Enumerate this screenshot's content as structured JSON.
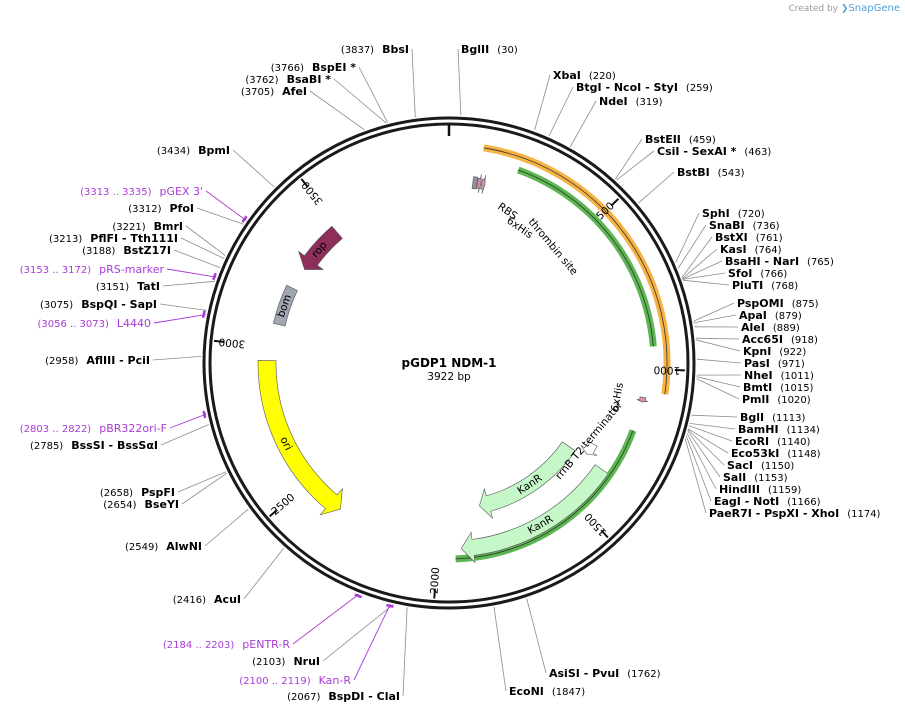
{
  "credit": {
    "prefix": "Created by",
    "brand": "SnapGene"
  },
  "plasmid": {
    "name": "pGDP1 NDM-1",
    "size_label": "3922 bp",
    "length": 3922
  },
  "ticks": [
    {
      "label": "500",
      "bp": 500
    },
    {
      "label": "1000",
      "bp": 1000
    },
    {
      "label": "1500",
      "bp": 1500
    },
    {
      "label": "2000",
      "bp": 2000
    },
    {
      "label": "2500",
      "bp": 2500
    },
    {
      "label": "3000",
      "bp": 3000
    },
    {
      "label": "3500",
      "bp": 3500
    }
  ],
  "features": [
    {
      "name": "rop",
      "color": "#8e2e5b",
      "start": 3300,
      "end": 3480,
      "reverse": true,
      "r": 172,
      "w": 16,
      "label_on_arrow": true
    },
    {
      "name": "bom",
      "color": "#a1a7b0",
      "start": 3080,
      "end": 3220,
      "reverse": false,
      "arrow": false,
      "r": 174,
      "w": 12,
      "label_on_arrow": true
    },
    {
      "name": "ori",
      "color": "#ffff00",
      "start": 2360,
      "end": 2950,
      "reverse": true,
      "r": 182,
      "w": 18,
      "label_on_arrow": true
    },
    {
      "name": "KanR",
      "color": "#c6f7c8",
      "start": 1360,
      "end": 1920,
      "reverse": false,
      "r": 186,
      "w": 16,
      "label_on_arrow": true
    },
    {
      "name": "KanR",
      "color": "#c6f7c8",
      "start": 1360,
      "end": 1830,
      "reverse": false,
      "r": 146,
      "w": 16,
      "label_on_arrow": true
    },
    {
      "name": "rrnB T2 terminator",
      "color": "#ffffff",
      "start": 1300,
      "end": 1345,
      "reverse": false,
      "r": 165,
      "w": 10,
      "label_on_arrow": false
    },
    {
      "name": "6xHis",
      "color": "#d08fb3",
      "start": 1090,
      "end": 1105,
      "reverse": false,
      "r": 197,
      "w": 6,
      "label_on_arrow": false
    },
    {
      "name": "RBS",
      "color": "#8e959d",
      "start": 82,
      "end": 96,
      "reverse": false,
      "arrow": false,
      "r": 182,
      "w": 12,
      "label_on_arrow": false
    },
    {
      "name": "6xHis",
      "color": "#d08fb3",
      "start": 98,
      "end": 110,
      "reverse": false,
      "r": 182,
      "w": 10,
      "label_on_arrow": false
    },
    {
      "name": "thrombin site",
      "color": "#d08fb3",
      "start": 112,
      "end": 124,
      "reverse": false,
      "r": 182,
      "w": 10,
      "label_on_arrow": false
    }
  ],
  "orfs": [
    {
      "color": "#f5a623",
      "start": 100,
      "end": 1070,
      "r": 218
    },
    {
      "color": "#3fa934",
      "start": 1940,
      "end": 1200,
      "r": 196,
      "reverse": true
    },
    {
      "color": "#3fa934",
      "start": 930,
      "end": 215,
      "r": 205,
      "reverse": true
    }
  ],
  "sites": [
    {
      "name": "BglII",
      "pos": "(30)",
      "bp": 30
    },
    {
      "name": "XbaI",
      "pos": "(220)",
      "bp": 220
    },
    {
      "name": "BtgI - NcoI - StyI",
      "pos": "(259)",
      "bp": 259
    },
    {
      "name": "NdeI",
      "pos": "(319)",
      "bp": 319
    },
    {
      "name": "BstEII",
      "pos": "(459)",
      "bp": 459
    },
    {
      "name": "CsiI - SexAI *",
      "pos": "(463)",
      "bp": 463
    },
    {
      "name": "BstBI",
      "pos": "(543)",
      "bp": 543
    },
    {
      "name": "SphI",
      "pos": "(720)",
      "bp": 720
    },
    {
      "name": "SnaBI",
      "pos": "(736)",
      "bp": 736
    },
    {
      "name": "BstXI",
      "pos": "(761)",
      "bp": 761
    },
    {
      "name": "KasI",
      "pos": "(764)",
      "bp": 764
    },
    {
      "name": "BsaHI - NarI",
      "pos": "(765)",
      "bp": 765
    },
    {
      "name": "SfoI",
      "pos": "(766)",
      "bp": 766
    },
    {
      "name": "PluTI",
      "pos": "(768)",
      "bp": 768
    },
    {
      "name": "PspOMI",
      "pos": "(875)",
      "bp": 875
    },
    {
      "name": "ApaI",
      "pos": "(879)",
      "bp": 879
    },
    {
      "name": "AleI",
      "pos": "(889)",
      "bp": 889
    },
    {
      "name": "Acc65I",
      "pos": "(918)",
      "bp": 918
    },
    {
      "name": "KpnI",
      "pos": "(922)",
      "bp": 922
    },
    {
      "name": "PasI",
      "pos": "(971)",
      "bp": 971
    },
    {
      "name": "NheI",
      "pos": "(1011)",
      "bp": 1011
    },
    {
      "name": "BmtI",
      "pos": "(1015)",
      "bp": 1015
    },
    {
      "name": "PmlI",
      "pos": "(1020)",
      "bp": 1020
    },
    {
      "name": "BglI",
      "pos": "(1113)",
      "bp": 1113
    },
    {
      "name": "BamHI",
      "pos": "(1134)",
      "bp": 1134
    },
    {
      "name": "EcoRI",
      "pos": "(1140)",
      "bp": 1140
    },
    {
      "name": "Eco53kI",
      "pos": "(1148)",
      "bp": 1148
    },
    {
      "name": "SacI",
      "pos": "(1150)",
      "bp": 1150
    },
    {
      "name": "SalI",
      "pos": "(1153)",
      "bp": 1153
    },
    {
      "name": "HindIII",
      "pos": "(1159)",
      "bp": 1159
    },
    {
      "name": "EagI - NotI",
      "pos": "(1166)",
      "bp": 1166
    },
    {
      "name": "PaeR7I - PspXI - XhoI",
      "pos": "(1174)",
      "bp": 1174
    },
    {
      "name": "AsiSI - PvuI",
      "pos": "(1762)",
      "bp": 1762
    },
    {
      "name": "EcoNI",
      "pos": "(1847)",
      "bp": 1847
    },
    {
      "name": "BspDI - ClaI",
      "pos": "(2067)",
      "bp": 2067
    },
    {
      "name": "NruI",
      "pos": "(2103)",
      "bp": 2103
    },
    {
      "name": "AcuI",
      "pos": "(2416)",
      "bp": 2416
    },
    {
      "name": "AlwNI",
      "pos": "(2549)",
      "bp": 2549
    },
    {
      "name": "BseYI",
      "pos": "(2654)",
      "bp": 2654
    },
    {
      "name": "PspFI",
      "pos": "(2658)",
      "bp": 2658
    },
    {
      "name": "BssSI - BssSαI",
      "pos": "(2785)",
      "bp": 2785
    },
    {
      "name": "AflIII - PciI",
      "pos": "(2958)",
      "bp": 2958
    },
    {
      "name": "BspQI - SapI",
      "pos": "(3075)",
      "bp": 3075
    },
    {
      "name": "TatI",
      "pos": "(3151)",
      "bp": 3151
    },
    {
      "name": "BstZ17I",
      "pos": "(3188)",
      "bp": 3188
    },
    {
      "name": "PflFI - Tth111I",
      "pos": "(3213)",
      "bp": 3213
    },
    {
      "name": "BmrI",
      "pos": "(3221)",
      "bp": 3221
    },
    {
      "name": "PfoI",
      "pos": "(3312)",
      "bp": 3312
    },
    {
      "name": "BpmI",
      "pos": "(3434)",
      "bp": 3434
    },
    {
      "name": "AfeI",
      "pos": "(3705)",
      "bp": 3705
    },
    {
      "name": "BsaBI *",
      "pos": "(3762)",
      "bp": 3762
    },
    {
      "name": "BspEI *",
      "pos": "(3766)",
      "bp": 3766
    },
    {
      "name": "BbsI",
      "pos": "(3837)",
      "bp": 3837
    }
  ],
  "primers": [
    {
      "name": "pGEX 3'",
      "range": "(3313 .. 3335)",
      "bp": 3324
    },
    {
      "name": "pRS-marker",
      "range": "(3153 .. 3172)",
      "bp": 3162
    },
    {
      "name": "L4440",
      "range": "(3056 .. 3073)",
      "bp": 3064
    },
    {
      "name": "pBR322ori-F",
      "range": "(2803 .. 2822)",
      "bp": 2812
    },
    {
      "name": "pENTR-R",
      "range": "(2184 .. 2203)",
      "bp": 2193
    },
    {
      "name": "Kan-R",
      "range": "(2100 .. 2119)",
      "bp": 2110
    }
  ]
}
